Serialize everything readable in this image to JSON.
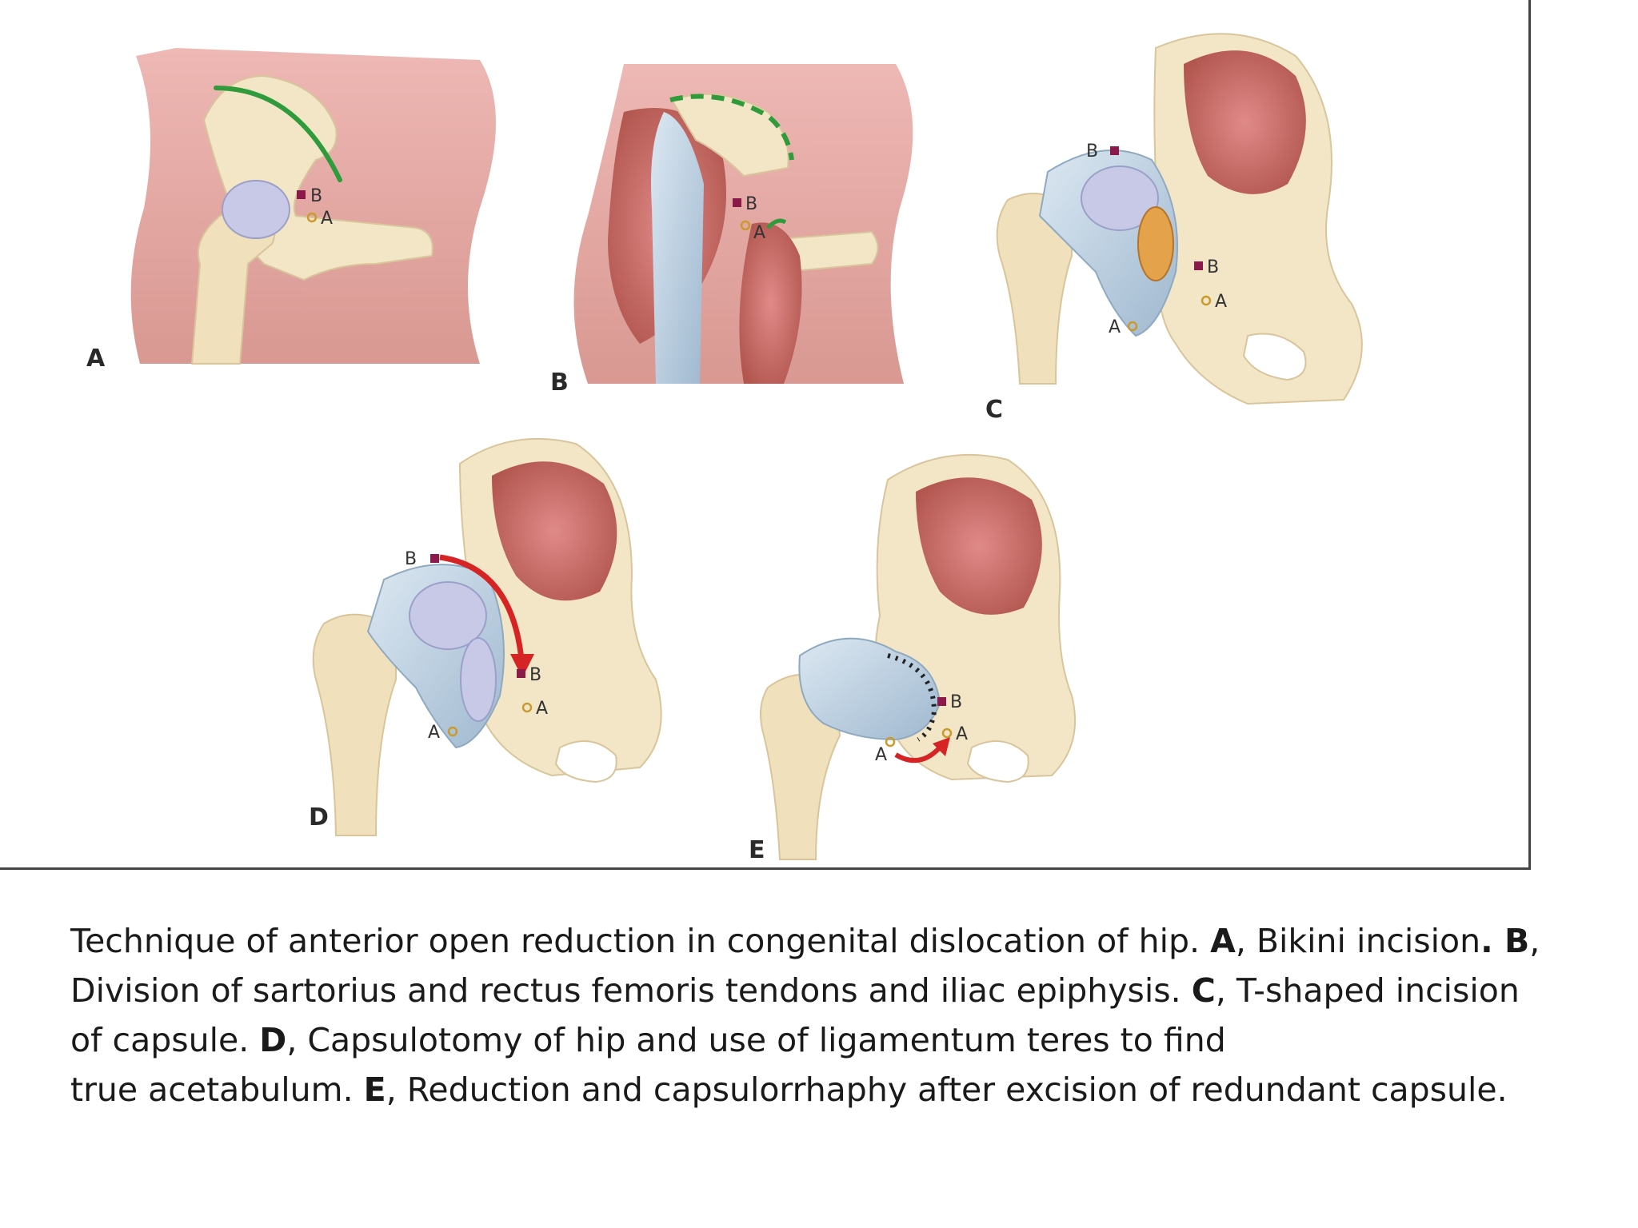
{
  "panels": [
    {
      "letter": "A",
      "markers": [
        "B",
        "A"
      ]
    },
    {
      "letter": "B",
      "markers": [
        "B",
        "A"
      ]
    },
    {
      "letter": "C",
      "markers": [
        "B",
        "B",
        "A",
        "A"
      ]
    },
    {
      "letter": "D",
      "markers": [
        "B",
        "B",
        "A",
        "A"
      ]
    },
    {
      "letter": "E",
      "markers": [
        "B",
        "A",
        "A"
      ]
    }
  ],
  "caption": {
    "line1": {
      "t1": "Technique of anterior open reduction in congenital dislocation of hip. ",
      "b1": "A",
      "t2": ", Bikini incision",
      "b2": ". B",
      "t3": ","
    },
    "line2": {
      "t1": "Division of sartorius and rectus femoris tendons and iliac epiphysis. ",
      "b1": "C",
      "t2": ", T-shaped incision"
    },
    "line3": {
      "t1": "of capsule. ",
      "b1": "D",
      "t2": ", Capsulotomy of hip and use of ligamentum teres to find"
    },
    "line4": {
      "t1": "true acetabulum. ",
      "b1": "E",
      "t2": ", Reduction and capsulorrhaphy after excision of redundant capsule."
    }
  },
  "colors": {
    "skin": "#e3a9a6",
    "bone": "#f3e6c6",
    "capsule": "#b9cfe0",
    "femoral_head": "#c7c9e6",
    "muscle": "#c76b6b",
    "incision_line": "#2f9b3a",
    "arrow": "#d62424",
    "marker_square": "#8b1a4a",
    "marker_circle": "#c99a2e"
  }
}
